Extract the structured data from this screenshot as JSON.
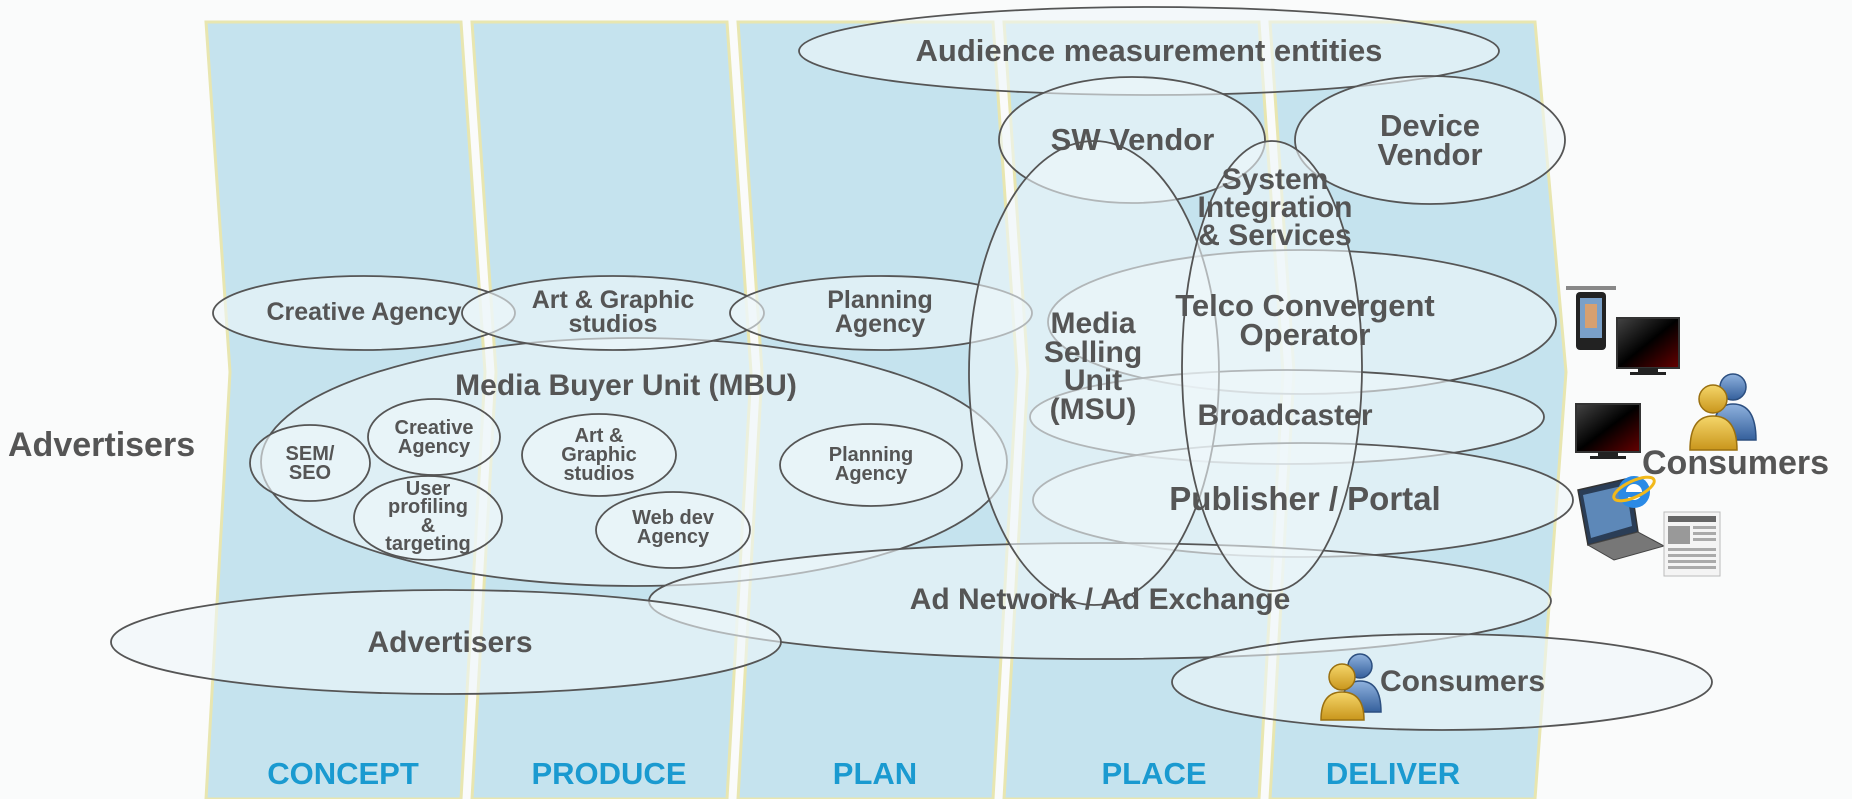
{
  "stages": [
    "CONCEPT",
    "PRODUCE",
    "PLAN",
    "PLACE",
    "DELIVER"
  ],
  "left_label": "Advertisers",
  "right_label": "Consumers",
  "entities": {
    "audience_measurement": "Audience measurement entities",
    "sw_vendor": "SW Vendor",
    "device_vendor": "Device\nVendor",
    "system_integration": "System\nIntegration\n& Services",
    "creative_agency": "Creative Agency",
    "art_graphic": "Art & Graphic\nstudios",
    "planning_agency": "Planning\nAgency",
    "media_selling_unit": "Media\nSelling\nUnit\n(MSU)",
    "telco_operator": "Telco Convergent\nOperator",
    "mbu": "Media Buyer Unit (MBU)",
    "mbu_sem_seo": "SEM/\nSEO",
    "mbu_creative_agency": "Creative\nAgency",
    "mbu_user_profiling": "User\nprofiling\n&\ntargeting",
    "mbu_art_graphic": "Art &\nGraphic\nstudios",
    "mbu_web_dev": "Web dev\nAgency",
    "mbu_planning_agency": "Planning\nAgency",
    "broadcaster": "Broadcaster",
    "publisher_portal": "Publisher / Portal",
    "ad_network": "Ad Network / Ad Exchange",
    "advertisers": "Advertisers",
    "consumers": "Consumers"
  },
  "colors": {
    "stage_fill": "#c5e3ee",
    "stage_edge": "#e8e6b0",
    "ellipse_fill": "#eef7fa",
    "ellipse_stroke": "#555555",
    "stage_text": "#1a9ad0",
    "label_text": "#555555"
  },
  "icons": [
    "mobile-phone-icon",
    "tv-icon",
    "tv-icon",
    "laptop-icon",
    "internet-explorer-icon",
    "newspaper-icon",
    "users-icon",
    "users-icon"
  ]
}
